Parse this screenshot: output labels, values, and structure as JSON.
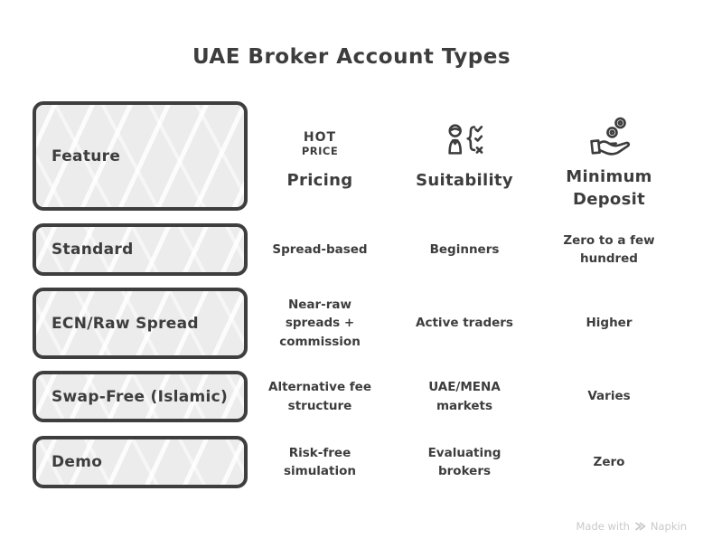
{
  "title": "UAE Broker Account Types",
  "colors": {
    "ink": "#3d3d3d",
    "box_fill": "#ececec",
    "watermark": "#c9c9c9",
    "background": "#ffffff"
  },
  "table": {
    "feature_header": "Feature",
    "columns": [
      {
        "label": "Pricing",
        "icon": "hot-price-icon",
        "icon_text_top": "HOT",
        "icon_text_bottom": "PRICE"
      },
      {
        "label": "Suitability",
        "icon": "person-checklist-icon"
      },
      {
        "label": "Minimum\nDeposit",
        "icon": "hand-coins-icon"
      }
    ],
    "rows": [
      {
        "feature": "Standard",
        "pricing": "Spread-based",
        "suitability": "Beginners",
        "minimum_deposit": "Zero to a few\nhundred"
      },
      {
        "feature": "ECN/Raw Spread",
        "pricing": "Near-raw\nspreads +\ncommission",
        "suitability": "Active traders",
        "minimum_deposit": "Higher"
      },
      {
        "feature": "Swap-Free (Islamic)",
        "pricing": "Alternative fee\nstructure",
        "suitability": "UAE/MENA\nmarkets",
        "minimum_deposit": "Varies"
      },
      {
        "feature": "Demo",
        "pricing": "Risk-free\nsimulation",
        "suitability": "Evaluating\nbrokers",
        "minimum_deposit": "Zero"
      }
    ]
  },
  "footer": {
    "made_with": "Made with",
    "brand": "Napkin"
  }
}
